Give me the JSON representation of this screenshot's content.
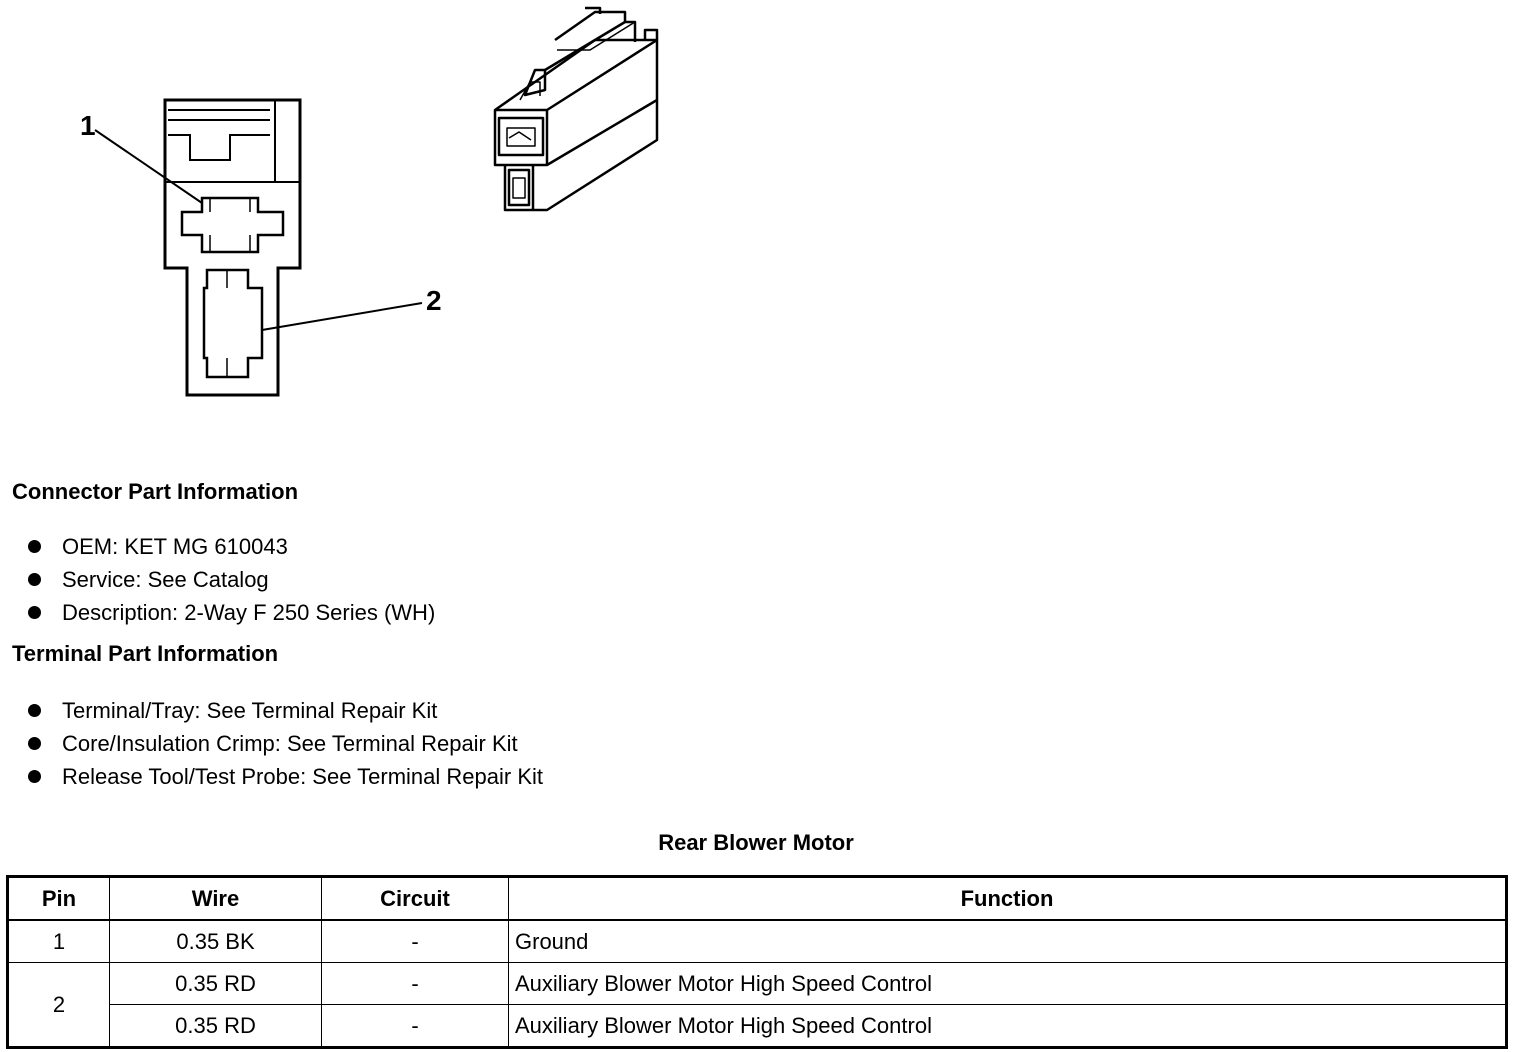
{
  "callouts": {
    "one": "1",
    "two": "2"
  },
  "connector": {
    "heading": "Connector Part Information",
    "items": [
      "OEM: KET MG 610043",
      "Service: See Catalog",
      "Description: 2-Way F 250 Series (WH)"
    ]
  },
  "terminal": {
    "heading": "Terminal Part Information",
    "items": [
      "Terminal/Tray: See Terminal Repair Kit",
      "Core/Insulation Crimp: See Terminal Repair Kit",
      "Release Tool/Test Probe: See Terminal Repair Kit"
    ]
  },
  "table": {
    "title": "Rear Blower Motor",
    "headers": {
      "pin": "Pin",
      "wire": "Wire",
      "circuit": "Circuit",
      "function": "Function"
    },
    "rows": [
      {
        "pin": "1",
        "wire": "0.35 BK",
        "circuit": "-",
        "function": "Ground"
      },
      {
        "pin": "2",
        "wire": "0.35 RD",
        "circuit": "-",
        "function": "Auxiliary Blower Motor High Speed Control"
      },
      {
        "pin": "",
        "wire": "0.35 RD",
        "circuit": "-",
        "function": "Auxiliary Blower Motor High Speed Control"
      }
    ]
  }
}
